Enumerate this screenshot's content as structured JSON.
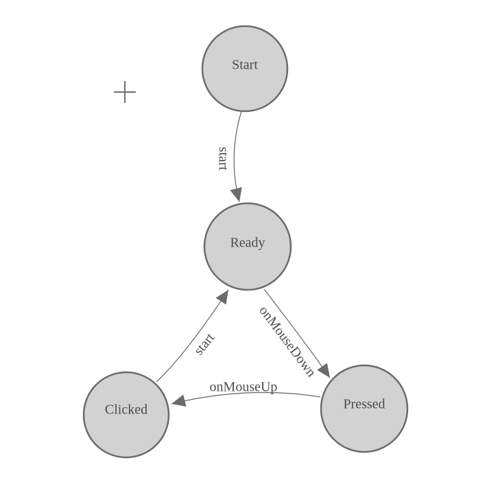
{
  "diagram": {
    "type": "state-machine",
    "nodes": [
      {
        "id": "start",
        "label": "Start"
      },
      {
        "id": "ready",
        "label": "Ready"
      },
      {
        "id": "clicked",
        "label": "Clicked"
      },
      {
        "id": "pressed",
        "label": "Pressed"
      }
    ],
    "edges": [
      {
        "from": "Start",
        "to": "Ready",
        "label": "start"
      },
      {
        "from": "Ready",
        "to": "Pressed",
        "label": "onMouseDown"
      },
      {
        "from": "Pressed",
        "to": "Clicked",
        "label": "onMouseUp"
      },
      {
        "from": "Clicked",
        "to": "Ready",
        "label": "start"
      }
    ],
    "colors": {
      "background": "#ffffff",
      "node_fill": "#d2d2d2",
      "node_border": "#6b6b6b",
      "edge_stroke": "#6e6e6e",
      "arrow_fill": "#6b6b6b",
      "label_text": "#4d4d4d"
    }
  }
}
